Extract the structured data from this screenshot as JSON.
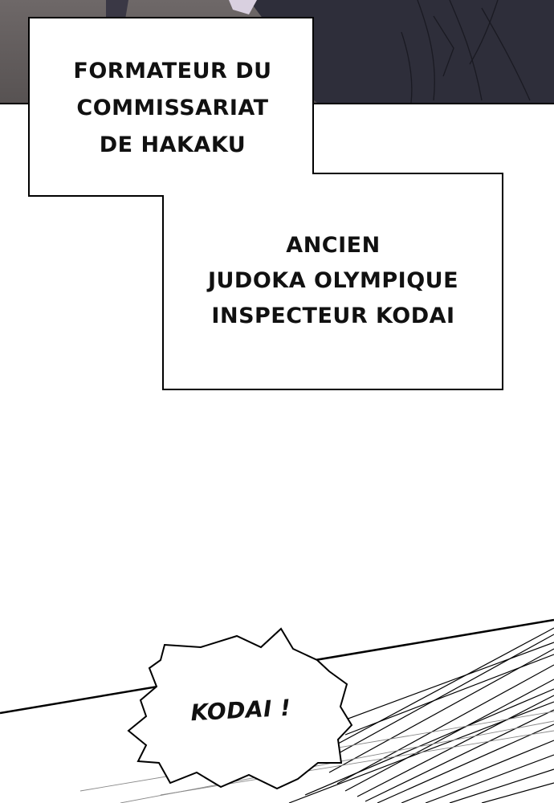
{
  "caption_box_1": {
    "lines": [
      "FORMATEUR DU",
      "COMMISSARIAT",
      "DE HAKAKU"
    ]
  },
  "caption_box_2": {
    "lines": [
      "ANCIEN",
      "JUDOKA OLYMPIQUE",
      "INSPECTEUR KODAI"
    ]
  },
  "shout_bubble": {
    "text": "KODAI !"
  },
  "colors": {
    "panel_dark": "#2e2e3a",
    "panel_gray": "#6e6868",
    "ink": "#111111",
    "paper": "#ffffff"
  }
}
